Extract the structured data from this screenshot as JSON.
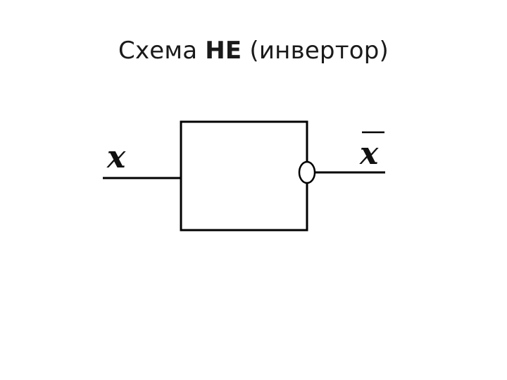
{
  "slide": {
    "title_prefix": "Схема",
    "title_gate": "НЕ",
    "title_suffix": "(инвертор)"
  },
  "diagram": {
    "input_label": "x",
    "output_label": "x",
    "output_overbar": true,
    "line_color": "#000000"
  }
}
